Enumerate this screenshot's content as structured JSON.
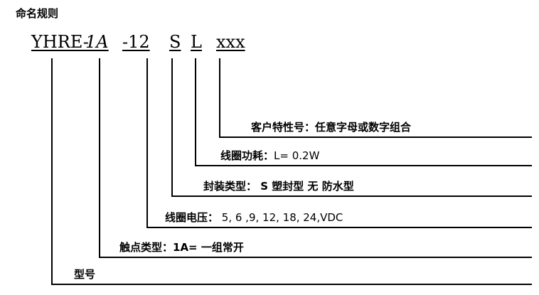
{
  "heading": "命名规则",
  "code_parts": [
    {
      "id": "prefix",
      "text": "YHRE-"
    },
    {
      "id": "contact",
      "text": "1A"
    },
    {
      "id": "voltage",
      "text": "-12"
    },
    {
      "id": "package",
      "text": "S"
    },
    {
      "id": "power",
      "text": "L"
    },
    {
      "id": "custom",
      "text": "xxx"
    }
  ],
  "rows": [
    {
      "id": "custom",
      "term": "客户特性号：",
      "desc": "任意字母或数字组合"
    },
    {
      "id": "power",
      "term": "线圈功耗：",
      "desc": "L= 0.2W"
    },
    {
      "id": "package",
      "term": "封装类型：",
      "desc": " S 塑封型  无 防水型"
    },
    {
      "id": "voltage",
      "term": "线圈电压：",
      "desc": " 5, 6 ,9, 12, 18, 24,VDC"
    },
    {
      "id": "contact",
      "term": "触点类型：",
      "desc": "1A= 一组常开"
    },
    {
      "id": "prefix",
      "term": "型号",
      "desc": ""
    }
  ]
}
